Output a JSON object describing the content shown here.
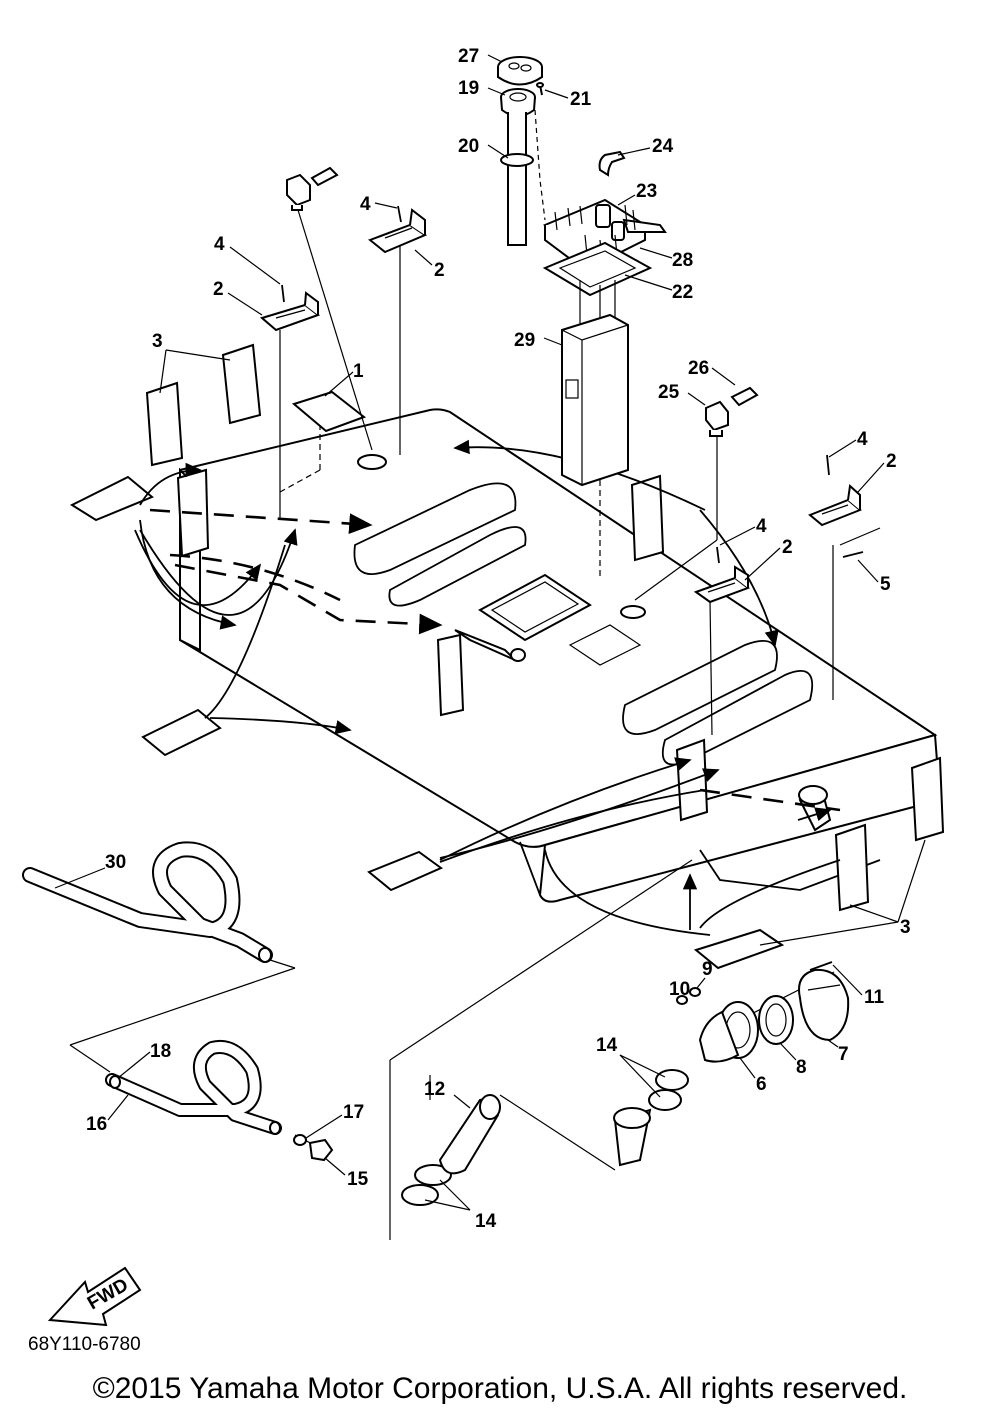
{
  "diagram": {
    "reference_code": "68Y110-6780",
    "copyright": "©2015 Yamaha Motor Corporation, U.S.A. All rights reserved.",
    "fwd_label": "FWD",
    "callouts": {
      "c1": "1",
      "c2a": "2",
      "c2b": "2",
      "c2c": "2",
      "c2d": "2",
      "c3a": "3",
      "c3b": "3",
      "c4a": "4",
      "c4b": "4",
      "c4c": "4",
      "c4d": "4",
      "c5": "5",
      "c6": "6",
      "c7": "7",
      "c8": "8",
      "c9": "9",
      "c10": "10",
      "c11": "11",
      "c12": "12",
      "c14a": "14",
      "c14b": "14",
      "c15": "15",
      "c16": "16",
      "c17": "17",
      "c18": "18",
      "c19": "19",
      "c20": "20",
      "c21": "21",
      "c22": "22",
      "c23": "23",
      "c24": "24",
      "c25": "25",
      "c26": "26",
      "c27": "27",
      "c28": "28",
      "c29": "29",
      "c30": "30"
    }
  }
}
